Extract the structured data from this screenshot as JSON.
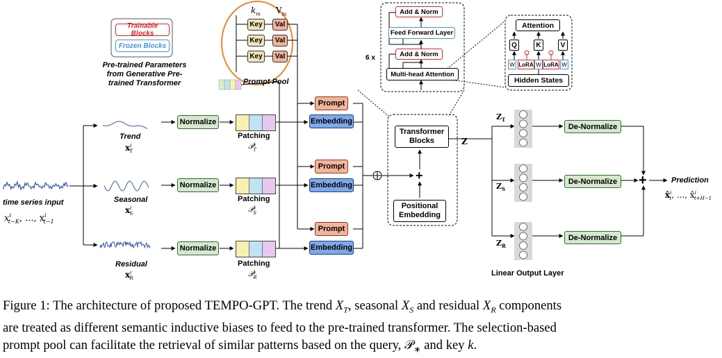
{
  "legend": {
    "trainable": "Trainable Blocks",
    "frozen": "Frozen Blocks",
    "pretrained": "Pre-trained Parameters from Generative Pre-trained Transformer",
    "colors": {
      "trainable": "#d6262c",
      "frozen": "#4a90d6"
    }
  },
  "prompt_pool": {
    "title": "Prompt Pool",
    "k_label": "k",
    "k_sub": "m",
    "v_label": "V",
    "v_sub": "m",
    "key_label": "Key",
    "val_label": "Val"
  },
  "input": {
    "label": "time series input",
    "math": "x",
    "math_sub": "t−K",
    "math_rest": ", ..., x",
    "math_sub2": "t−1",
    "math_sup": "i"
  },
  "components": [
    {
      "name": "Trend",
      "math_sub": "T",
      "patch_sub": "T",
      "normalize": "Normalize",
      "patching": "Patching",
      "prompt": "Prompt",
      "embedding": "Embedding"
    },
    {
      "name": "Seasonal",
      "math_sub": "S",
      "patch_sub": "S",
      "normalize": "Normalize",
      "patching": "Patching",
      "prompt": "Prompt",
      "embedding": "Embedding"
    },
    {
      "name": "Residual",
      "math_sub": "R",
      "patch_sub": "R",
      "normalize": "Normalize",
      "patching": "Patching",
      "prompt": "Prompt",
      "embedding": "Embedding"
    }
  ],
  "transformer": {
    "blocks": "Transformer Blocks",
    "positional": "Positional Embedding",
    "z": "Z",
    "repeat": "6 x",
    "add_norm": "Add & Norm",
    "ffn": "Feed Forward Layer",
    "mha": "Multi-head Attention"
  },
  "attention_detail": {
    "title": "Attention",
    "q": "Q",
    "k": "K",
    "v": "V",
    "lora": "LoRA",
    "w": "W",
    "hidden": "Hidden States"
  },
  "output": {
    "z_labels": [
      "Z",
      "Z",
      "Z"
    ],
    "z_subs": [
      "T",
      "S",
      "R"
    ],
    "denorm": "De-Normalize",
    "linear": "Linear Output Layer",
    "prediction": "Prediction",
    "pred_math": "x̂",
    "pred_sub1": "t",
    "pred_rest": ", ..., x̂",
    "pred_sub2": "t+H−1",
    "pred_sup": "i"
  },
  "caption": {
    "line1": "Figure 1: The architecture of proposed TEMPO-GPT. The trend X_T, seasonal X_S and residual X_R components",
    "line2": "are treated as different semantic inductive biases to feed to the pre-trained transformer. The selection-based",
    "line3": "prompt pool can facilitate the retrieval of similar patterns based on the query, 𝒫_* and key k."
  },
  "caption_parts": {
    "a": "Figure 1: The architecture of proposed TEMPO-GPT. The trend ",
    "b": ", seasonal ",
    "c": " and residual ",
    "d": " components",
    "line2": "are treated as different semantic inductive biases to feed to the pre-trained transformer. The selection-based",
    "e": "prompt pool can facilitate the retrieval of similar patterns based on the query, ",
    "f": " and key ",
    "g": "."
  },
  "colors": {
    "green": "#d5e8cf",
    "green_border": "#2e6b2a",
    "blue": "#7fa8e8",
    "blue_border": "#1d3d8a",
    "orange": "#f2b49a",
    "orange_border": "#8a3a1c",
    "key": "#f4e3b8",
    "val": "#f2b49a",
    "pool_ring": "#e8892f"
  }
}
